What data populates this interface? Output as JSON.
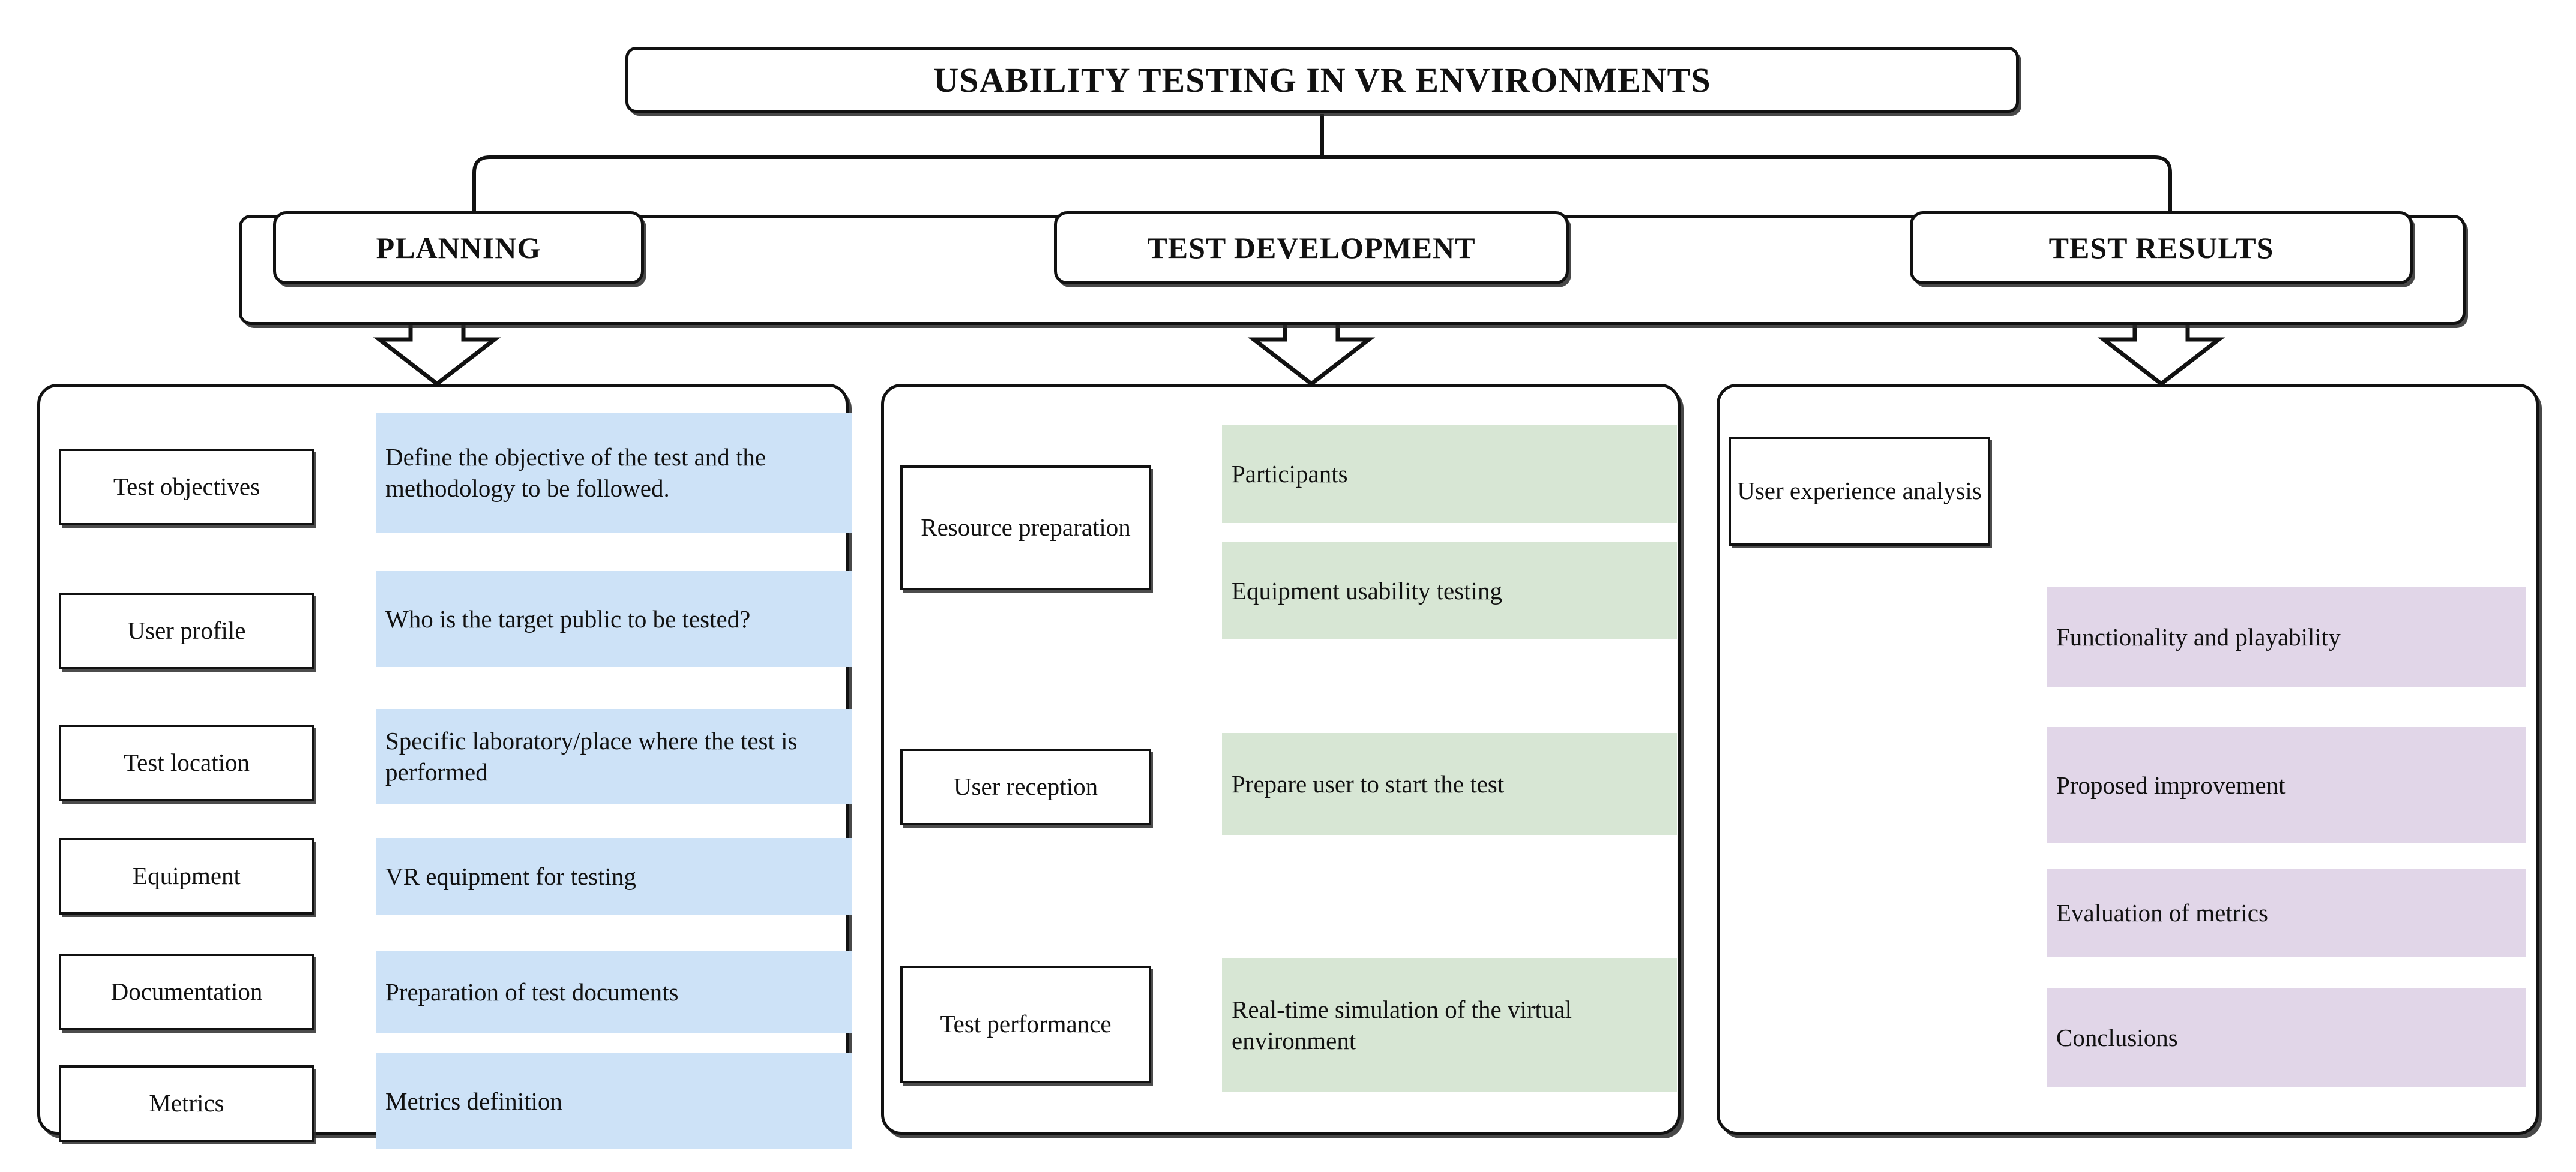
{
  "diagram": {
    "title": "USABILITY TESTING IN VR ENVIRONMENTS",
    "phases": [
      {
        "id": "planning",
        "label": "PLANNING"
      },
      {
        "id": "test-development",
        "label": "TEST DEVELOPMENT"
      },
      {
        "id": "test-results",
        "label": "TEST RESULTS"
      }
    ],
    "colors": {
      "planning_fill": "#cde2f7",
      "test_development_fill": "#d7e6d4",
      "test_results_fill": "#e1d6e8",
      "outline": "#111111",
      "background": "#ffffff"
    },
    "columns": [
      {
        "id": "planning",
        "fill": "#cde2f7",
        "rows": [
          {
            "label": "Test objectives",
            "description": "Define the objective of the test and the methodology to be followed."
          },
          {
            "label": "User profile",
            "description": "Who is the target public to be tested?"
          },
          {
            "label": "Test location",
            "description": "Specific laboratory/place where the test is performed"
          },
          {
            "label": "Equipment",
            "description": "VR equipment for testing"
          },
          {
            "label": "Documentation",
            "description": "Preparation of test documents"
          },
          {
            "label": "Metrics",
            "description": "Metrics definition"
          }
        ]
      },
      {
        "id": "test-development",
        "fill": "#d7e6d4",
        "rows": [
          {
            "label": "Resource preparation",
            "description": "Participants",
            "description2": "Equipment usability testing"
          },
          {
            "label": "User reception",
            "description": "Prepare user to start the test"
          },
          {
            "label": "Test performance",
            "description": "Real-time simulation of the virtual environment"
          }
        ]
      },
      {
        "id": "test-results",
        "fill": "#e1d6e8",
        "source": "User experience analysis",
        "rows": [
          {
            "description": "Functionality and playability"
          },
          {
            "description": "Proposed improvement"
          },
          {
            "description": "Evaluation of metrics"
          },
          {
            "description": "Conclusions"
          }
        ]
      }
    ]
  }
}
